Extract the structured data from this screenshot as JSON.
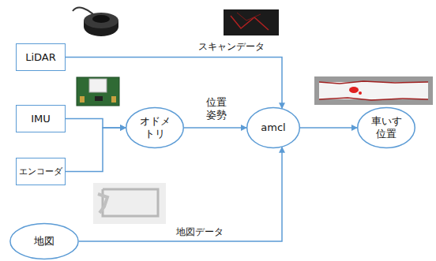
{
  "diagram": {
    "nodes": [
      {
        "text": [
          "LiDAR"
        ]
      },
      {
        "text": [
          "IMU"
        ]
      },
      {
        "text": [
          "オドメ トリ"
        ]
      },
      {
        "text": [
          "amcl"
        ]
      },
      {
        "text": [
          "車いす 位置"
        ]
      },
      {
        "text": [
          "エンコーダ"
        ]
      },
      {
        "text": [
          "地図"
        ]
      }
    ],
    "edges": [
      {
        "from": 0,
        "to": 3,
        "label": "スキャンデータ",
        "arrow": "to"
      },
      {
        "from": 1,
        "to": 2,
        "arrow": "to"
      },
      {
        "from": 5,
        "to": 2,
        "arrow": "to"
      },
      {
        "from": 2,
        "to": 3,
        "label": "位置 姿勢",
        "arrow": "to"
      },
      {
        "from": 3,
        "to": 4,
        "arrow": "to"
      },
      {
        "from": 6,
        "to": 3,
        "label": "地図データ",
        "arrow": "to"
      }
    ]
  }
}
